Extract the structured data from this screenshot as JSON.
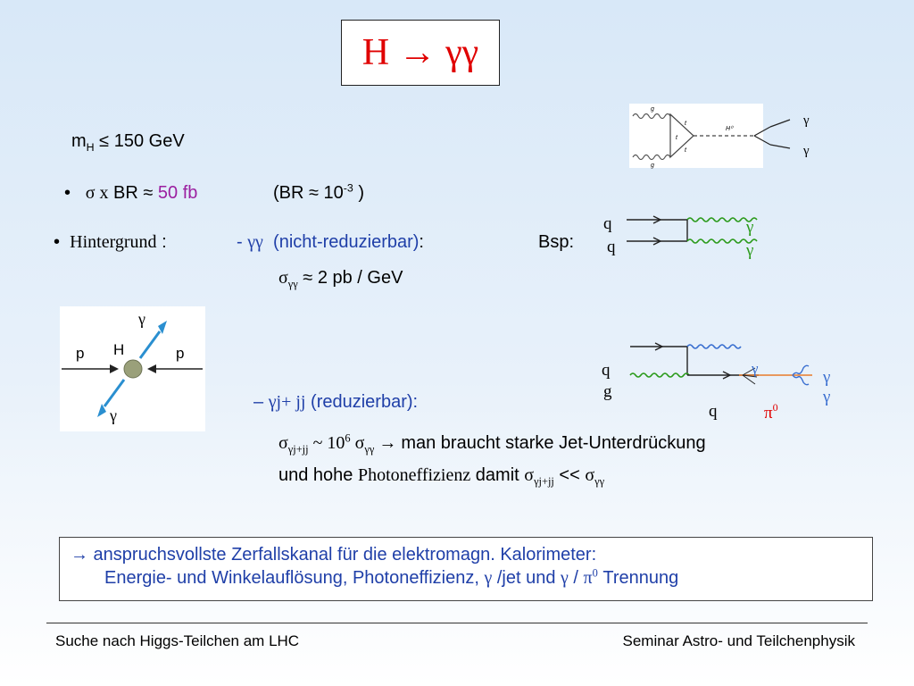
{
  "title": {
    "H": "H",
    "arrow": "→",
    "gg": "γγ"
  },
  "mass_line": {
    "m": "m",
    "sub": "H",
    "rest": " ≤ 150 GeV"
  },
  "bullet1": {
    "bullet": "•",
    "sigma": "σ x",
    "br": " BR ≈ ",
    "value": "50 fb",
    "paren_open": "(BR ≈ 10",
    "exp": "-3",
    "paren_close": " )"
  },
  "bullet2": {
    "bullet": "•",
    "label": "Hintergrund",
    "colon": " :",
    "dash": "- ",
    "gg": "γγ",
    "desc": "(nicht-reduzierbar)",
    "desc_colon": ":",
    "bsp": "Bsp:"
  },
  "sigma_gg": {
    "sigma": "σ",
    "sub": "γγ",
    "rest": "  ≈  2 pb / GeV"
  },
  "reducible": {
    "dash": "– ",
    "gj": "γj+ jj",
    "desc": " (reduzierbar):"
  },
  "line_sigma_j": {
    "sigma": "σ",
    "sub": "γj+jj",
    "tilde": "  ~ 10",
    "exp": "6",
    "sigma2": " σ",
    "sub2": "γγ",
    "arrow": "  → ",
    "text": "man braucht starke Jet-Unterdrückung"
  },
  "line_photon": {
    "pre": "und hohe ",
    "photon": "Photoneffizienz",
    "damit": " damit  ",
    "sigma": "σ",
    "sub": "γj+jj",
    "lt": "  << ",
    "sigma2": "σ",
    "sub2": "γγ"
  },
  "summary": {
    "line1_arrow": "→",
    "line1": " anspruchsvollste Zerfallskanal für die elektromagn. Kalorimeter:",
    "line2_pre": "Energie- und Winkelauflösung, Photoneffizienz, ",
    "g1": "γ",
    "jet": " /jet  und  ",
    "g2": "γ",
    "slash": " / ",
    "pi": "π",
    "pi_exp": "0",
    "trennung": " Trennung"
  },
  "footer": {
    "left": "Suche nach Higgs-Teilchen am LHC",
    "right": "Seminar Astro- und Teilchenphysik"
  },
  "feyn_top": {
    "g1": "g",
    "g2": "g",
    "t1": "t",
    "t2": "t",
    "t3": "t",
    "h": "H⁰",
    "gamma1": "γ",
    "gamma2": "γ"
  },
  "feyn_qq": {
    "q1": "q",
    "q2": "q",
    "gamma1": "γ",
    "gamma2": "γ"
  },
  "higgs_pp": {
    "gamma_top": "γ",
    "gamma_bot": "γ",
    "p_left": "p",
    "p_right": "p",
    "H": "H"
  },
  "feyn_qg": {
    "q": "q",
    "g": "g",
    "q_out": "q",
    "gamma_mid": "γ",
    "gamma1": "γ",
    "gamma2": "γ",
    "pi": "π",
    "pi_exp": "0"
  },
  "colors": {
    "title": "#e00000",
    "blue_text": "#1f3fa8",
    "purple": "#9b1fa0",
    "green_photon": "#2a9a1a",
    "pp_arrow": "#2a8fd0",
    "higgs_ball": "#9aa07a"
  }
}
